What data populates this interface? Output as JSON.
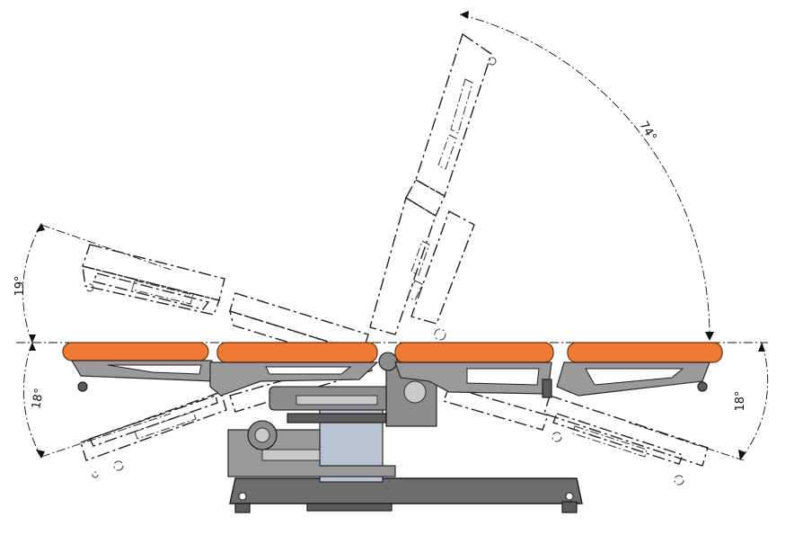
{
  "angles": {
    "head_up": "19°",
    "head_down": "18°",
    "back_up": "74°",
    "leg_down": "18°"
  },
  "colors": {
    "pad": "#ef7a35",
    "frame": "#9a9a9a",
    "column": "#b9c3d3",
    "outline": "#222222"
  }
}
